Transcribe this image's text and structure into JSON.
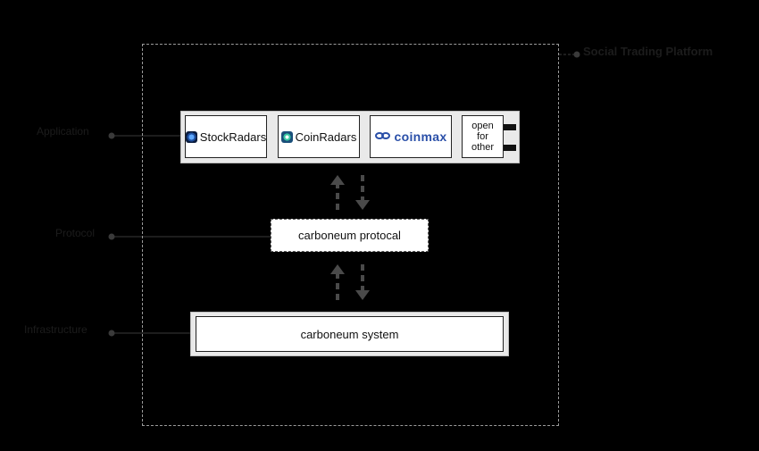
{
  "platform": {
    "label": "Social Trading Platform"
  },
  "layers": {
    "application": "Application",
    "protocol": "Protocol",
    "infrastructure": "Infrastructure"
  },
  "apps": [
    {
      "name": "StockRadars",
      "icon": "stockradars-logo-icon"
    },
    {
      "name": "CoinRadars",
      "icon": "coinradars-logo-icon"
    },
    {
      "name": "coinmax",
      "icon": "coinmax-logo-icon"
    }
  ],
  "open_slot": {
    "line1": "open",
    "line2": "for",
    "line3": "other"
  },
  "protocol": {
    "label": "carboneum protocal"
  },
  "system": {
    "label": "carboneum system"
  },
  "colors": {
    "background": "#000000",
    "label_text": "#1c1c1c",
    "tray": "#e9e9e9",
    "coinmax_blue": "#2a4fa8",
    "connector": "#444444"
  }
}
